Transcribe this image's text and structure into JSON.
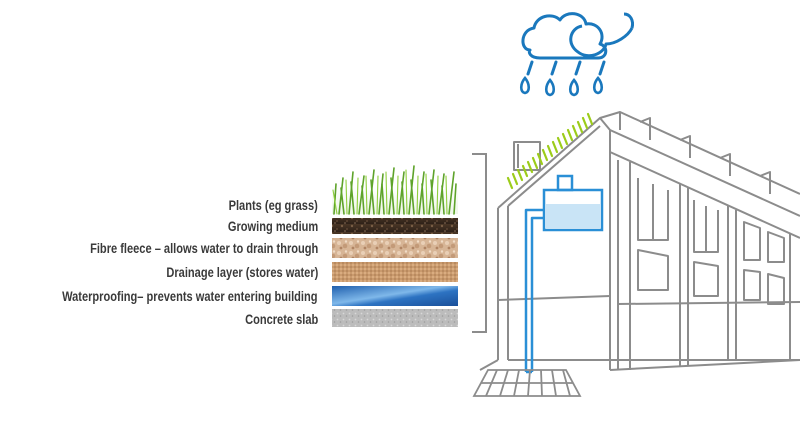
{
  "layers": [
    {
      "id": "plants",
      "label": "Plants (eg grass)"
    },
    {
      "id": "growing",
      "label": "Growing medium"
    },
    {
      "id": "fleece",
      "label": "Fibre fleece – allows water to drain through"
    },
    {
      "id": "drainage",
      "label": "Drainage layer (stores water)"
    },
    {
      "id": "waterproof",
      "label": "Waterproofing– prevents water entering building"
    },
    {
      "id": "concrete",
      "label": "Concrete slab"
    }
  ],
  "colors": {
    "building_line": "#8c8c8c",
    "rain_blue": "#1a78bd",
    "pipe_blue": "#2a8fd6",
    "tank_water": "#c9e4f6",
    "roof_green": "#9ccc1a",
    "label_text": "#3a3a3a"
  },
  "icons": [
    "cloud-icon",
    "raindrop-icon",
    "drain-grate-icon"
  ]
}
